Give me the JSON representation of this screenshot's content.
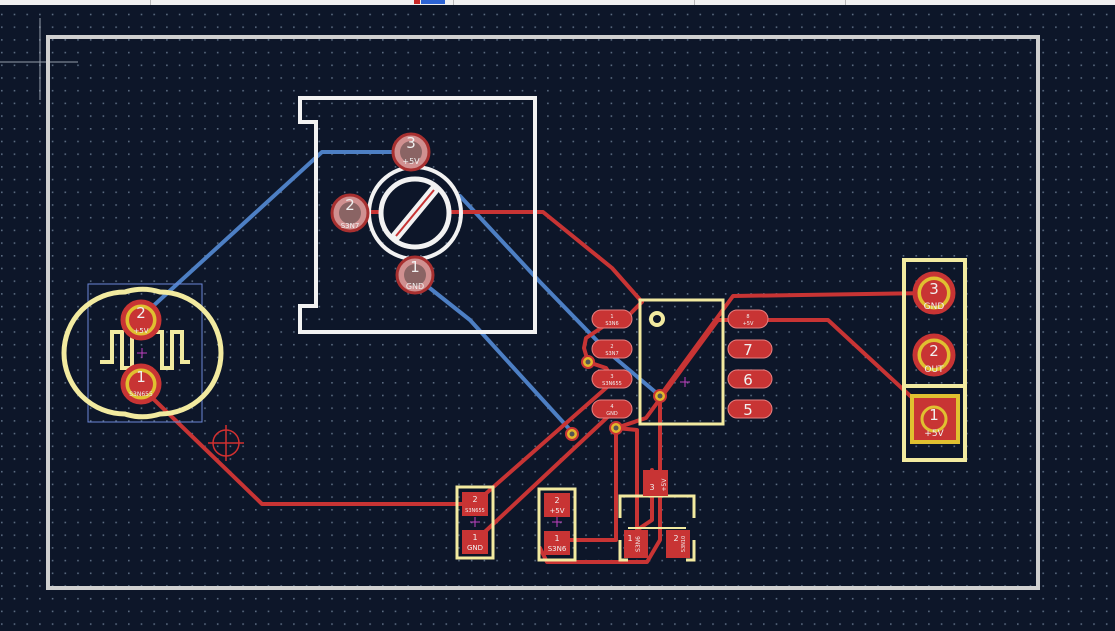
{
  "colors": {
    "background": "#0d1629",
    "grid_dot": "#5a6a80",
    "board_edge": "#d0d0d0",
    "silkscreen": "#f2f2f2",
    "fab_yellow": "#f2eaa0",
    "copper_front": "#c83434",
    "copper_back": "#4d7fc4",
    "via": "#e3b72c",
    "pad_drill": "#666666",
    "courtyard": "#6a86d8",
    "origin_marker": "#d23030"
  },
  "icons": {
    "origin": "crosshair-circle-icon",
    "center": "plus-icon"
  },
  "potentiometer": {
    "pins": [
      {
        "number": "3",
        "net": "+5V"
      },
      {
        "number": "2",
        "net": "S3N7"
      },
      {
        "number": "1",
        "net": "GND"
      }
    ]
  },
  "sensor": {
    "pins": [
      {
        "number": "2",
        "net": "+5V"
      },
      {
        "number": "1",
        "net": "S3N655"
      }
    ]
  },
  "ic": {
    "pads": [
      {
        "number": "1",
        "net": "S3N6"
      },
      {
        "number": "2",
        "net": "S3N7"
      },
      {
        "number": "3",
        "net": "S3N655"
      },
      {
        "number": "4",
        "net": "GND"
      },
      {
        "number": "8",
        "net": "+5V"
      },
      {
        "number": "7",
        "net": ""
      },
      {
        "number": "6",
        "net": ""
      },
      {
        "number": "5",
        "net": ""
      }
    ]
  },
  "connector": {
    "pins": [
      {
        "number": "3",
        "net": "GND"
      },
      {
        "number": "2",
        "net": "OUT"
      },
      {
        "number": "1",
        "net": "+5V"
      }
    ]
  },
  "smd_left": {
    "pads": [
      {
        "number": "2",
        "net": "S3N655"
      },
      {
        "number": "1",
        "net": "GND"
      }
    ]
  },
  "smd_mid": {
    "pads": [
      {
        "number": "2",
        "net": "+5V"
      },
      {
        "number": "1",
        "net": "S3N6"
      }
    ]
  },
  "transistor": {
    "pads": [
      {
        "number": "3",
        "net": "+5V"
      },
      {
        "number": "1",
        "net": "S3N6"
      },
      {
        "number": "2",
        "net": "S3N10"
      }
    ]
  }
}
